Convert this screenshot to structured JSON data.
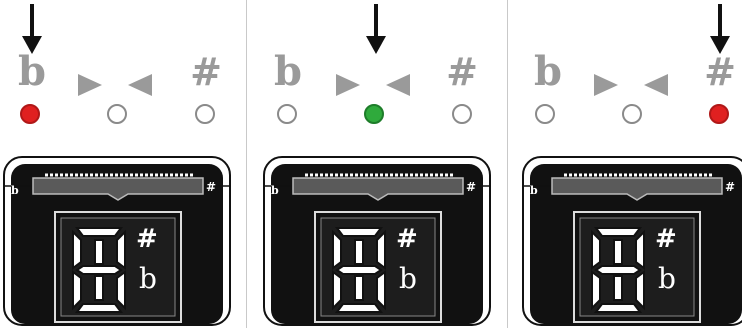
{
  "panels": [
    {
      "id": "flat",
      "flat_symbol": "b",
      "sharp_symbol": "#",
      "pointer": "flat",
      "leds": {
        "flat": "on",
        "center": "off",
        "sharp": "off"
      },
      "lit_color": "#e02020",
      "meter_left": "b",
      "meter_right": "#",
      "display_sharp": "#",
      "display_flat": "b"
    },
    {
      "id": "in-tune",
      "flat_symbol": "b",
      "sharp_symbol": "#",
      "pointer": "center",
      "leds": {
        "flat": "off",
        "center": "on",
        "sharp": "off"
      },
      "lit_color": "#2faa3c",
      "meter_left": "b",
      "meter_right": "#",
      "display_sharp": "#",
      "display_flat": "b"
    },
    {
      "id": "sharp",
      "flat_symbol": "b",
      "sharp_symbol": "#",
      "pointer": "sharp",
      "leds": {
        "flat": "off",
        "center": "off",
        "sharp": "on"
      },
      "lit_color": "#e02020",
      "meter_left": "b",
      "meter_right": "#",
      "display_sharp": "#",
      "display_flat": "b"
    }
  ],
  "colors": {
    "symbol_gray": "#9a9a9a",
    "divider": "#c9c9c9",
    "device_body": "#111111",
    "led_off_border": "#8a8a8a"
  }
}
